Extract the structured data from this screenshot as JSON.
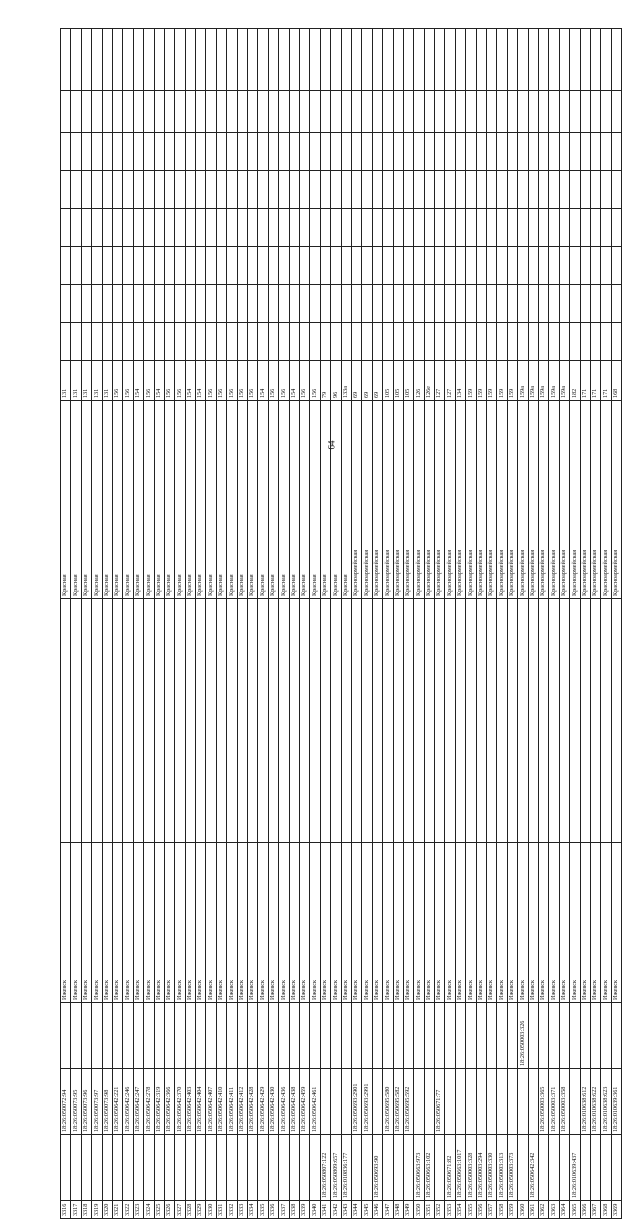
{
  "page": {
    "number": "64"
  },
  "rows": [
    {
      "no": "3316",
      "code1": "",
      "code2": "18:26:050072:94",
      "code3": "",
      "city": "Ижевск",
      "street": "Красная",
      "house": "131"
    },
    {
      "no": "3317",
      "code1": "",
      "code2": "18:26:050073:95",
      "code3": "",
      "city": "Ижевск",
      "street": "Красная",
      "house": "131"
    },
    {
      "no": "3318",
      "code1": "",
      "code2": "18:26:050073:96",
      "code3": "",
      "city": "Ижевск",
      "street": "Красная",
      "house": "131"
    },
    {
      "no": "3319",
      "code1": "",
      "code2": "18:26:050073:97",
      "code3": "",
      "city": "Ижевск",
      "street": "Красная",
      "house": "131"
    },
    {
      "no": "3320",
      "code1": "",
      "code2": "18:26:050073:98",
      "code3": "",
      "city": "Ижевск",
      "street": "Красная",
      "house": "131"
    },
    {
      "no": "3321",
      "code1": "",
      "code2": "18:26:050642:221",
      "code3": "",
      "city": "Ижевск",
      "street": "Красная",
      "house": "156"
    },
    {
      "no": "3322",
      "code1": "",
      "code2": "18:26:050642:246",
      "code3": "",
      "city": "Ижевск",
      "street": "Красная",
      "house": "156"
    },
    {
      "no": "3323",
      "code1": "",
      "code2": "18:26:050642:247",
      "code3": "",
      "city": "Ижевск",
      "street": "Красная",
      "house": "154"
    },
    {
      "no": "3324",
      "code1": "",
      "code2": "18:26:050642:278",
      "code3": "",
      "city": "Ижевск",
      "street": "Красная",
      "house": "156"
    },
    {
      "no": "3325",
      "code1": "",
      "code2": "18:26:050642:319",
      "code3": "",
      "city": "Ижевск",
      "street": "Красная",
      "house": "154"
    },
    {
      "no": "3326",
      "code1": "",
      "code2": "18:26:050642:366",
      "code3": "",
      "city": "Ижевск",
      "street": "Красная",
      "house": "156"
    },
    {
      "no": "3327",
      "code1": "",
      "code2": "18:26:050642:370",
      "code3": "",
      "city": "Ижевск",
      "street": "Красная",
      "house": "156"
    },
    {
      "no": "3328",
      "code1": "",
      "code2": "18:26:050642:403",
      "code3": "",
      "city": "Ижевск",
      "street": "Красная",
      "house": "154"
    },
    {
      "no": "3329",
      "code1": "",
      "code2": "18:26:050642:404",
      "code3": "",
      "city": "Ижевск",
      "street": "Красная",
      "house": "154"
    },
    {
      "no": "3330",
      "code1": "",
      "code2": "18:26:050642:407",
      "code3": "",
      "city": "Ижевск",
      "street": "Красная",
      "house": "156"
    },
    {
      "no": "3331",
      "code1": "",
      "code2": "18:26:050642:410",
      "code3": "",
      "city": "Ижевск",
      "street": "Красная",
      "house": "156"
    },
    {
      "no": "3332",
      "code1": "",
      "code2": "18:26:050642:411",
      "code3": "",
      "city": "Ижевск",
      "street": "Красная",
      "house": "156"
    },
    {
      "no": "3333",
      "code1": "",
      "code2": "18:26:050642:412",
      "code3": "",
      "city": "Ижевск",
      "street": "Красная",
      "house": "156"
    },
    {
      "no": "3334",
      "code1": "",
      "code2": "18:26:050642:428",
      "code3": "",
      "city": "Ижевск",
      "street": "Красная",
      "house": "156"
    },
    {
      "no": "3335",
      "code1": "",
      "code2": "18:26:050642:429",
      "code3": "",
      "city": "Ижевск",
      "street": "Красная",
      "house": "154"
    },
    {
      "no": "3336",
      "code1": "",
      "code2": "18:26:050642:430",
      "code3": "",
      "city": "Ижевск",
      "street": "Красная",
      "house": "156"
    },
    {
      "no": "3337",
      "code1": "",
      "code2": "18:26:050642:436",
      "code3": "",
      "city": "Ижевск",
      "street": "Красная",
      "house": "156"
    },
    {
      "no": "3338",
      "code1": "",
      "code2": "18:26:050642:438",
      "code3": "",
      "city": "Ижевск",
      "street": "Красная",
      "house": "154"
    },
    {
      "no": "3339",
      "code1": "",
      "code2": "18:26:050642:459",
      "code3": "",
      "city": "Ижевск",
      "street": "Красная",
      "house": "156"
    },
    {
      "no": "3340",
      "code1": "",
      "code2": "18:26:050642:461",
      "code3": "",
      "city": "Ижевск",
      "street": "Красная",
      "house": "156"
    },
    {
      "no": "3341",
      "code1": "18:26:050807:122",
      "code2": "",
      "code3": "",
      "city": "Ижевск",
      "street": "Красная",
      "house": "79"
    },
    {
      "no": "3342",
      "code1": "18:26:050809:657",
      "code2": "",
      "code3": "",
      "city": "Ижевск",
      "street": "Красная",
      "house": "96"
    },
    {
      "no": "3343",
      "code1": "18:26:010836:177",
      "code2": "",
      "code3": "",
      "city": "Ижевск",
      "street": "Красная",
      "house": "133а"
    },
    {
      "no": "3344",
      "code1": "",
      "code2": "18:26:050693:2901",
      "code3": "",
      "city": "Ижевск",
      "street": "Красноармейская",
      "house": "69"
    },
    {
      "no": "3345",
      "code1": "",
      "code2": "18:26:050693:2991",
      "code3": "",
      "city": "Ижевск",
      "street": "Красноармейская",
      "house": "69"
    },
    {
      "no": "3346",
      "code1": "18:26:050693:90",
      "code2": "",
      "code3": "",
      "city": "Ижевск",
      "street": "Красноармейская",
      "house": "69"
    },
    {
      "no": "3347",
      "code1": "",
      "code2": "18:26:050695:580",
      "code3": "",
      "city": "Ижевск",
      "street": "Красноармейская",
      "house": "105"
    },
    {
      "no": "3348",
      "code1": "",
      "code2": "18:26:050695:582",
      "code3": "",
      "city": "Ижевск",
      "street": "Красноармейская",
      "house": "105"
    },
    {
      "no": "3349",
      "code1": "",
      "code2": "18:26:050695:592",
      "code3": "",
      "city": "Ижевск",
      "street": "Красноармейская",
      "house": "105"
    },
    {
      "no": "3350",
      "code1": "18:26:050663:973",
      "code2": "",
      "code3": "",
      "city": "Ижевск",
      "street": "Красноармейская",
      "house": "126"
    },
    {
      "no": "3351",
      "code1": "18:26:050663:102",
      "code2": "",
      "code3": "",
      "city": "Ижевск",
      "street": "Красноармейская",
      "house": "126е"
    },
    {
      "no": "3352",
      "code1": "",
      "code2": "18:26:050671:77",
      "code3": "",
      "city": "Ижевск",
      "street": "Красноармейская",
      "house": "127"
    },
    {
      "no": "3353",
      "code1": "18:26:050671:82",
      "code2": "",
      "code3": "",
      "city": "Ижевск",
      "street": "Красноармейская",
      "house": "127"
    },
    {
      "no": "3354",
      "code1": "18:26:050663:1017",
      "code2": "",
      "code3": "",
      "city": "Ижевск",
      "street": "Красноармейская",
      "house": "134"
    },
    {
      "no": "3355",
      "code1": "18:26:050003:328",
      "code2": "",
      "code3": "",
      "city": "Ижевск",
      "street": "Красноармейская",
      "house": "159"
    },
    {
      "no": "3356",
      "code1": "18:26:050003:294",
      "code2": "",
      "code3": "",
      "city": "Ижевск",
      "street": "Красноармейская",
      "house": "159"
    },
    {
      "no": "3357",
      "code1": "18:26:050003:330",
      "code2": "",
      "code3": "",
      "city": "Ижевск",
      "street": "Красноармейская",
      "house": "159"
    },
    {
      "no": "3358",
      "code1": "18:26:050003:313",
      "code2": "",
      "code3": "",
      "city": "Ижевск",
      "street": "Красноармейская",
      "house": "159"
    },
    {
      "no": "3359",
      "code1": "18:26:050003:373",
      "code2": "",
      "code3": "",
      "city": "Ижевск",
      "street": "Красноармейская",
      "house": "159"
    },
    {
      "no": "3360",
      "code1": "",
      "code2": "",
      "code3": "18:26:050003:326",
      "city": "Ижевск",
      "street": "Красноармейская",
      "house": "159а"
    },
    {
      "no": "3361",
      "code1": "18:26:050642:342",
      "code2": "",
      "code3": "",
      "city": "Ижевск",
      "street": "Красноармейская",
      "house": "159а"
    },
    {
      "no": "3362",
      "code1": "",
      "code2": "18:26:050003:365",
      "code3": "",
      "city": "Ижевск",
      "street": "Красноармейская",
      "house": "159а"
    },
    {
      "no": "3363",
      "code1": "",
      "code2": "18:26:050003:371",
      "code3": "",
      "city": "Ижевск",
      "street": "Красноармейская",
      "house": "159а"
    },
    {
      "no": "3364",
      "code1": "",
      "code2": "18:26:050003:358",
      "code3": "",
      "city": "Ижевск",
      "street": "Красноармейская",
      "house": "159а"
    },
    {
      "no": "3365",
      "code1": "18:26:010639:437",
      "code2": "",
      "code3": "",
      "city": "Ижевск",
      "street": "Красноармейская",
      "house": "182"
    },
    {
      "no": "3366",
      "code1": "",
      "code2": "18:26:010638:612",
      "code3": "",
      "city": "Ижевск",
      "street": "Красноармейская",
      "house": "171"
    },
    {
      "no": "3367",
      "code1": "",
      "code2": "18:26:010638:622",
      "code3": "",
      "city": "Ижевск",
      "street": "Красноармейская",
      "house": "171"
    },
    {
      "no": "3368",
      "code1": "",
      "code2": "18:26:010638:623",
      "code3": "",
      "city": "Ижевск",
      "street": "Красноармейская",
      "house": "171"
    },
    {
      "no": "3369",
      "code1": "",
      "code2": "18:26:010639:361",
      "code3": "",
      "city": "Ижевск",
      "street": "Красноармейская",
      "house": "168"
    }
  ]
}
